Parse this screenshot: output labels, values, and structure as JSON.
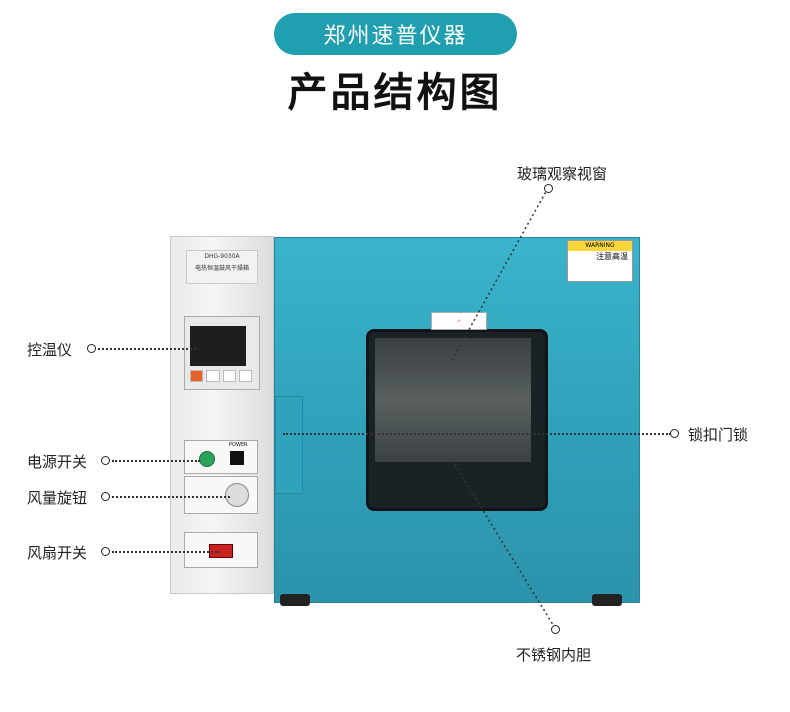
{
  "header": {
    "brand": "郑州速普仪器",
    "title": "产品结构图"
  },
  "product": {
    "model": "DHG-9030A",
    "name": "电热恒温鼓风干燥箱",
    "warning_title": "WARNING",
    "warning_text": "注意高温",
    "power_label": "POWER"
  },
  "callouts": {
    "left": [
      "控温仪",
      "电源开关",
      "风量旋钮",
      "风扇开关"
    ],
    "right": [
      "锁扣门锁"
    ],
    "top": "玻璃观察视窗",
    "bottom": "不锈钢内胆"
  },
  "colors": {
    "brand_pill": "#1f9fb0",
    "body": "#2fa3bb"
  }
}
